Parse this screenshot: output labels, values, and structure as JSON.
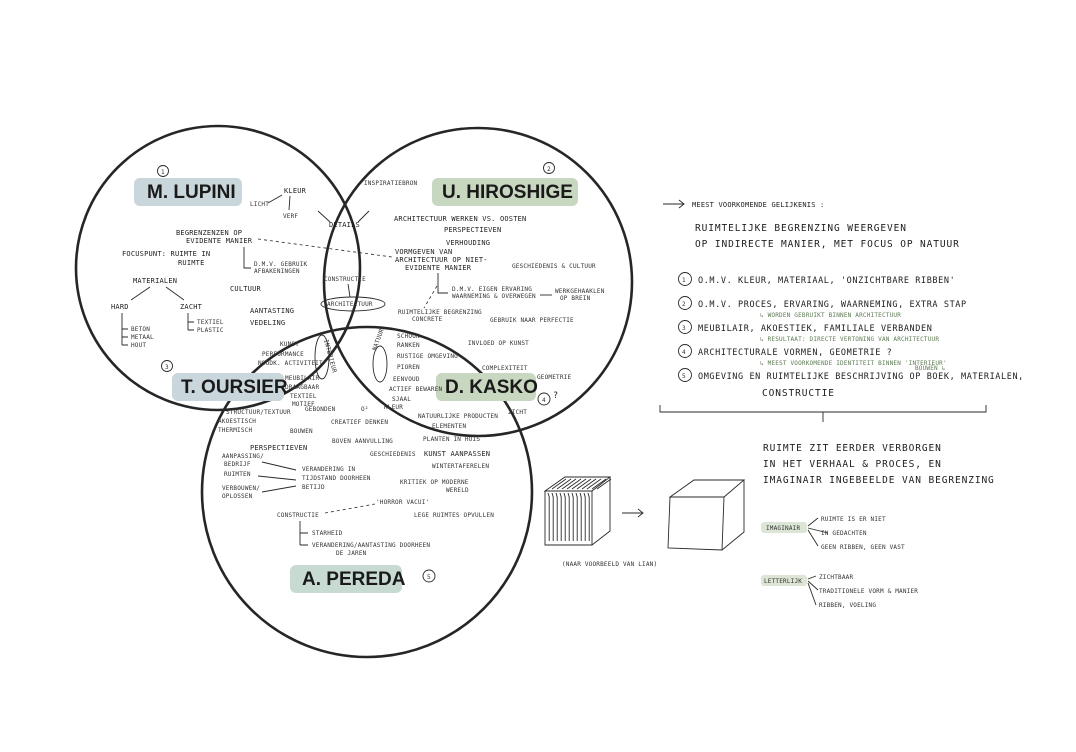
{
  "colors": {
    "ink": "#262626",
    "label_bg_blue": "#c9d6dc",
    "label_bg_green": "#c8d7c0",
    "label_bg_teal": "#c7dbd3",
    "note_green": "#5d7a53"
  },
  "circles": {
    "lupini": {
      "number": "1",
      "name": "M. LUPINI"
    },
    "hiroshige": {
      "number": "2",
      "name": "U. HIROSHIGE"
    },
    "oursier": {
      "number": "3",
      "name": "T. OURSIER"
    },
    "kasko": {
      "number": "4",
      "name": "D. KASKO"
    },
    "pereda": {
      "number": "5",
      "name": "A. PEREDA"
    }
  },
  "overlap_tags": {
    "architectuur": "ARCHITECTUUR",
    "interieur": "INTERIEUR",
    "natuur": "NATUUR"
  },
  "lupini_notes": {
    "kleur": "KLEUR",
    "licht": "LICHT",
    "verf": "VERF",
    "begrenzing_1": "BEGRENZENZEN OP",
    "begrenzing_2": "EVIDENTE MANIER",
    "focus_1": "FOCUSPUNT: RUIMTE IN",
    "focus_2": "RUIMTE",
    "dmv_1": "D.M.V. GEBRUIK",
    "dmv_2": "AFBAKENINGEN",
    "materialen": "MATERIALEN",
    "hard": "HARD",
    "zacht": "ZACHT",
    "beton": "BETON",
    "metaal": "METAAL",
    "hout": "HOUT",
    "textiel": "TEXTIEL",
    "plastic": "PLASTIC",
    "cultuur": "CULTUUR",
    "aantasting": "AANTASTING",
    "vedeling": "VEDELING"
  },
  "shared_notes": {
    "details": "DETAILS",
    "constructie": "CONSTRUCTIE",
    "vormgeven_1": "VORMGEVEN VAN",
    "vormgeven_2": "ARCHITECTUUR OP NIET-",
    "vormgeven_3": "EVIDENTE MANIER",
    "ruimtelijke_1": "RUIMTELIJKE BEGRENZING",
    "ruimtelijke_2": "CONCRETE",
    "kunst": "KUNST",
    "performance": "PERFORMANCE",
    "noodk": "NOODK. ACTIVITEIT",
    "meubilair": "MEUBILAIR",
    "draagbaar": "DRAAGBAAR",
    "textiel": "TEXTIEL",
    "motief": "MOTIEF",
    "gebonden": "GEBONDEN",
    "schoon": "SCHOON",
    "ranken": "RANKEN",
    "rustige": "RUSTIGE OMGEVING",
    "pioren": "PIOREN",
    "eenvoud": "EENVOUD",
    "actief": "ACTIEF BEWAREN",
    "sjaal": "SJAAL",
    "kleur": "KLEUR",
    "structuur": "STRUCTUUR/TEXTUUR",
    "akoestisch": "AKOESTISCH",
    "thermisch": "THERMISCH",
    "creatief": "CREATIEF DENKEN",
    "bouwen": "BOUWEN",
    "o2": "O²",
    "natuurlijke": "NATUURLIJKE PRODUCTEN",
    "elementen": "ELEMENTEN",
    "planten": "PLANTEN IN HUIS",
    "zicht": "ZICHT"
  },
  "hiroshige_notes": {
    "inspiratie": "INSPIRATIEBRON",
    "architectuur": "ARCHITECTUUR WERKEN VS. OOSTEN",
    "perspectieven": "PERSPECTIEVEN",
    "verhouding": "VERHOUDING",
    "geschiedenis": "GESCHIEDENIS & CULTUUR",
    "dmv_eigen_1": "D.M.V. EIGEN ERVARING",
    "dmv_eigen_2": "WAARNEMING & OVERWEGEN",
    "werkgehaaklen_1": "WERKGEHAAKLEN",
    "werkgehaaklen_2": "OP BREIN",
    "gebruik": "GEBRUIK NAAR PERFECTIE",
    "invloed": "INVLOED OP KUNST",
    "complexiteit": "COMPLEXITEIT",
    "geometrie": "GEOMETRIE",
    "question": "?"
  },
  "pereda_notes": {
    "perspectieven": "PERSPECTIEVEN",
    "aanpassing_1": "AANPASSING/",
    "aanpassing_2": "BEDRIJF",
    "ruimten": "RUIMTEN",
    "verbouwen_1": "VERBOUWEN/",
    "verbouwen_2": "OPLOSSEN",
    "verandering_1": "VERANDERING IN",
    "verandering_2": "TIJDSTAND DOORHEEN",
    "verandering_3": "BETIJD",
    "boven": "BOVEN AANVULLING",
    "geschiedenis": "GESCHIEDENIS",
    "kunst_aanpassen": "KUNST AANPASSEN",
    "wintertaferelen": "WINTERTAFERELEN",
    "kritiek_1": "KRITIEK OP MODERNE",
    "kritiek_2": "WERELD",
    "horror": "'HORROR VACUI'",
    "lege": "LEGE RUIMTES OPVULLEN",
    "constructie": "CONSTRUCTIE",
    "starheid": "STARHEID",
    "verandering_aantasting_1": "VERANDERING/AANTASTING DOORHEEN",
    "verandering_aantasting_2": "DE JAREN"
  },
  "right_panel": {
    "heading_1": "MEEST VOORKOMENDE GELIJKENIS :",
    "heading_2": "RUIMTELIJKE BEGRENZING WEERGEVEN",
    "heading_3": "OP INDIRECTE MANIER, MET FOCUS OP NATUUR",
    "items": [
      {
        "num": "1",
        "text": "O.M.V. KLEUR, MATERIAAL, 'ONZICHTBARE RIBBEN'",
        "note": ""
      },
      {
        "num": "2",
        "text": "O.M.V. PROCES, ERVARING, WAARNEMING, EXTRA STAP",
        "note": "↳ WORDEN GEBRUIKT BINNEN ARCHITECTUUR"
      },
      {
        "num": "3",
        "text": "MEUBILAIR, AKOESTIEK, FAMILIALE VERBANDEN",
        "note": "↳ RESULTAAT: DIRECTE VERTONING VAN ARCHITECTUUR"
      },
      {
        "num": "4",
        "text": "ARCHITECTURALE VORMEN, GEOMETRIE ?",
        "note": "↳ MEEST VOORKOMENDE IDENTITEIT BINNEN 'INTERIEUR'"
      },
      {
        "num": "5",
        "text": "OMGEVING EN RUIMTELIJKE BESCHRIJVING OP BOEK, MATERIALEN,",
        "note": "BOUWEN ↳"
      }
    ],
    "item5_cont": "CONSTRUCTIE",
    "conclusion_1": "RUIMTE ZIT EERDER VERBORGEN",
    "conclusion_2": "IN HET VERHAAL & PROCES, EN",
    "conclusion_3": "IMAGINAIR INGEBEELDE VAN BEGRENZING",
    "caption": "(NAAR VOORBEELD VAN LIAN)",
    "imaginair_tag": "IMAGINAIR",
    "imaginair_items": [
      "RUIMTE IS ER NIET",
      "IN GEDACHTEN",
      "GEEN RIBBEN, GEEN VAST"
    ],
    "letterlijk_tag": "LETTERLIJK",
    "letterlijk_items": [
      "ZICHTBAAR",
      "TRADITIONELE VORM & MANIER",
      "RIBBEN, VOELING"
    ]
  }
}
